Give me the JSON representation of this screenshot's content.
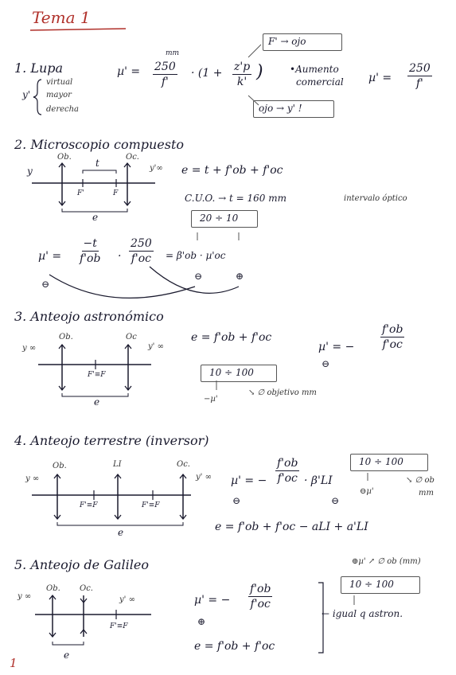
{
  "title": "Tema 1",
  "page_number": "1",
  "s1": {
    "heading": "1. Lupa",
    "yprime": "y'",
    "props": [
      "virtual",
      "mayor",
      "derecha"
    ],
    "mm": "mm",
    "mu": "µ' =",
    "num": "250",
    "den": "f'",
    "paren": "· (1 +",
    "zp": "z'p",
    "kp": "k'",
    "rparen": ")",
    "box_top": "F' → ojo",
    "box_bottom": "ojo → y' !",
    "aumento": "•Aumento",
    "comercial": "comercial",
    "mu2": "µ' =",
    "num2": "250",
    "den2": "f'"
  },
  "s2": {
    "heading": "2. Microscopio compuesto",
    "y": "y",
    "ob": "Ob.",
    "t": "t",
    "oc": "Oc.",
    "yinf": "y'∞",
    "fp": "F'",
    "f": "F",
    "e": "e",
    "eq": "e = t + f'ob + f'oc",
    "cuo": "C.U.O. → t = 160 mm",
    "intervalo": "intervalo óptico",
    "range": "20 ÷ 10",
    "mu": "µ' =",
    "num": "−t",
    "den1": "f'ob",
    "dot": "·",
    "num2": "250",
    "den2": "f'oc",
    "eq2": "= β'ob · µ'oc",
    "sign_minus": "⊖",
    "sign_minus2": "⊖",
    "sign_plus": "⊕"
  },
  "s3": {
    "heading": "3. Anteojo astronómico",
    "yinf": "y ∞",
    "ob": "Ob.",
    "oc": "Oc",
    "ypinf": "y' ∞",
    "ff": "F'≡F",
    "e": "e",
    "eq": "e = f'ob + f'oc",
    "mu": "µ' = −",
    "num": "f'ob",
    "den": "f'oc",
    "sign": "⊖",
    "range": "10 ÷ 100",
    "mu_neg": "−µ'",
    "obj": "↘ ∅ objetivo mm"
  },
  "s4": {
    "heading": "4. Anteojo terrestre (inversor)",
    "yinf": "y ∞",
    "ob": "Ob.",
    "li": "LI",
    "oc": "Oc.",
    "ypinf": "y' ∞",
    "ff1": "F'≡F",
    "ff2": "F'≡F",
    "e": "e",
    "mu": "µ' = −",
    "num": "f'ob",
    "den": "f'oc",
    "beta": "· β'LI",
    "range": "10 ÷ 100",
    "sign1": "⊖",
    "sign2": "⊖",
    "mu_note": "⊖µ'",
    "phi": "↘ ∅ ob",
    "mm": "mm",
    "eq": "e = f'ob + f'oc − aLI + a'LI"
  },
  "s5": {
    "heading": "5. Anteojo de Galileo",
    "yinf": "y ∞",
    "ob": "Ob.",
    "oc": "Oc.",
    "ypinf": "y' ∞",
    "ff": "F'≡F",
    "e": "e",
    "mu": "µ' = −",
    "num": "f'ob",
    "den": "f'oc",
    "sign": "⊕",
    "eq": "e = f'ob + f'oc",
    "note_top": "⊕µ'   ↗ ∅ ob (mm)",
    "range": "10 ÷ 100",
    "igual": "← igual q astron."
  }
}
